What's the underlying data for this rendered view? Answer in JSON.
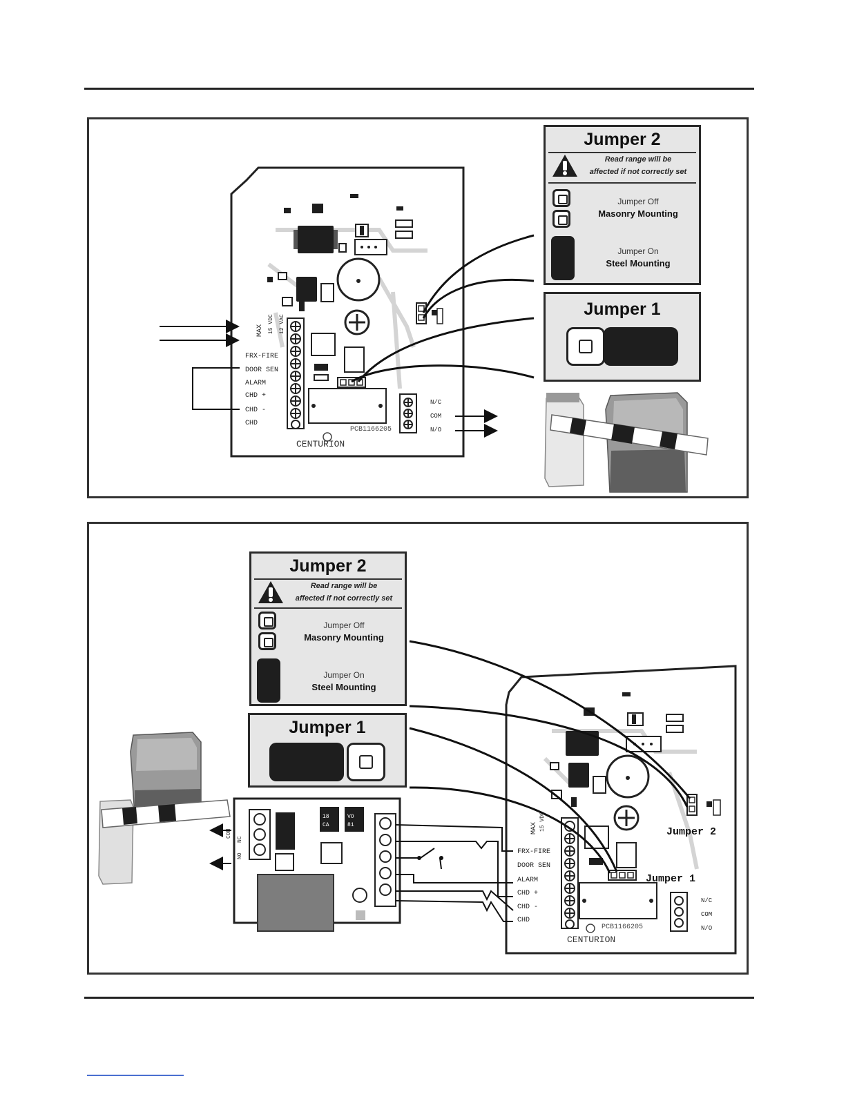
{
  "jumper2": {
    "title": "Jumper 2",
    "warning_line1": "Read range will be",
    "warning_line2": "affected if not correctly set",
    "off_label": "Jumper Off",
    "off_desc": "Masonry Mounting",
    "on_label": "Jumper On",
    "on_desc": "Steel Mounting"
  },
  "jumper1": {
    "title": "Jumper 1"
  },
  "board": {
    "terminals": [
      "MAX",
      "15 VDC",
      "12 VAC",
      "FRX-FIRE",
      "DOOR SEN",
      "ALARM",
      "CHD +",
      "CHD -",
      "CHD"
    ],
    "relay_terminals": [
      "N/C",
      "COM",
      "N/O"
    ],
    "part_number": "PCB1166205",
    "brand": "CENTURION"
  },
  "callouts": {
    "jumper2": "Jumper 2",
    "jumper1": "Jumper 1"
  },
  "gate_board": {
    "contacts": [
      "COM",
      "NC",
      "NO"
    ],
    "relay_a": [
      "18",
      "CA"
    ],
    "relay_b": [
      "VO",
      "81"
    ]
  },
  "colors": {
    "ink": "#1e1e1e",
    "panel_bg": "#e6e6e6",
    "board_gray": "#d9d9d9"
  }
}
